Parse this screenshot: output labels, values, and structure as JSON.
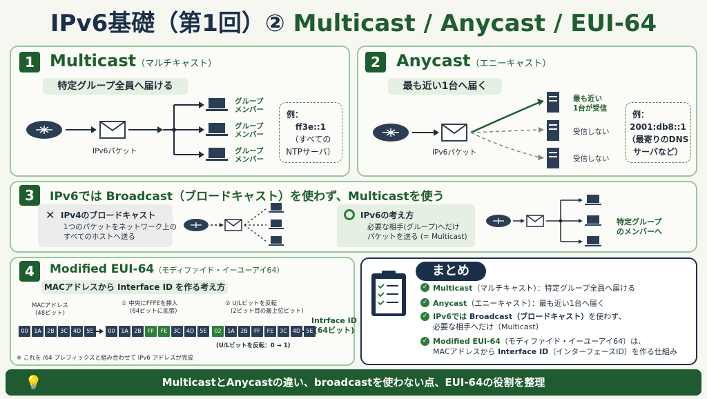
{
  "title": {
    "part1": "IPv6基礎（第1回）②",
    "part2": "Multicast / Anycast / EUI-64"
  },
  "s1": {
    "num": "1",
    "heading": "Multicast",
    "sub": "（マルチキャスト）",
    "pill": "特定グループ全員へ届ける",
    "packet_label": "IPv6パケット",
    "member_label_1": "グループ",
    "member_label_2": "メンバー",
    "example_label": "例：",
    "example_addr": "ff3e::1",
    "example_note_1": "（すべての",
    "example_note_2": "NTPサーバ）"
  },
  "s2": {
    "num": "2",
    "heading": "Anycast",
    "sub": "（エニーキャスト）",
    "pill": "最も近い1台へ届く",
    "packet_label": "IPv6パケット",
    "recv_1": "最も近い",
    "recv_2": "1台が受信",
    "not_recv": "受信しない",
    "example_label": "例：",
    "example_addr": "2001:db8::1",
    "example_note_1": "（最寄りのDNS",
    "example_note_2": "サーバなど）"
  },
  "s3": {
    "num": "3",
    "heading": "IPv6では Broadcast（ブロードキャスト）を使わず、Multicastを使う",
    "left_title": "IPv4のブロードキャスト",
    "left_line1": "1つのパケットをネットワーク上の",
    "left_line2": "すべてのホストへ送る",
    "right_title": "IPv6の考え方",
    "right_line1": "必要な相手(グループ)へだけ",
    "right_line2": "パケットを送る (= Multicast)",
    "target_1": "特定グループ",
    "target_2": "のメンバーへ"
  },
  "s4": {
    "num": "4",
    "heading": "Modified EUI-64",
    "sub": "（モディファイド・イーユーアイ64）",
    "pill": "MACアドレスから Interface ID を作る考え方",
    "mac_label_1": "MACアドレス",
    "mac_label_2": "(48ビット)",
    "step1_1": "① 中央にFFFEを挿入",
    "step1_2": "(64ビットに拡張)",
    "step2_1": "② U/Lビットを反転",
    "step2_2": "(2ビット目の最上位ビット)",
    "mac": [
      "00",
      "1A",
      "2B",
      "3C",
      "4D",
      "5E"
    ],
    "ext": [
      "00",
      "1A",
      "2B",
      "FF",
      "FE",
      "3C",
      "4D",
      "5E"
    ],
    "final": [
      "02",
      "1A",
      "2B",
      "FF",
      "FE",
      "3C",
      "4D",
      "5E"
    ],
    "iid_1": "Intrface ID",
    "iid_2": "(64ビット)",
    "flip_note": "(U/Lビットを反転：0 → 1)",
    "footnote": "※ これを /64 プレフィックスと組み合わせて IPv6 アドレスが完成"
  },
  "summary": {
    "title": "まとめ",
    "l1a": "Multicast",
    "l1b": "（マルチキャスト）：特定グループ全員へ届ける",
    "l2a": "Anycast",
    "l2b": "（エニーキャスト）：最も近い1台へ届く",
    "l3a": "IPv6では ",
    "l3b": "Broadcast（ブロードキャスト）",
    "l3c": "を使わず、",
    "l3d": "必要な相手へだけ（Multicast）",
    "l4a": "Modified EUI-64",
    "l4b": "（モディファイド・イーユーアイ64）は、",
    "l4c": "MACアドレスから ",
    "l4d": "Interface ID",
    "l4e": "（インターフェースID）を作る仕組み"
  },
  "footer": "MulticastとAnycastの違い、broadcastを使わない点、EUI-64の役割を整理",
  "colors": {
    "green": "#1e5e2e",
    "navy": "#1c2f4a",
    "panel_border": "#9cc59f",
    "footer": "#1f5a30"
  }
}
